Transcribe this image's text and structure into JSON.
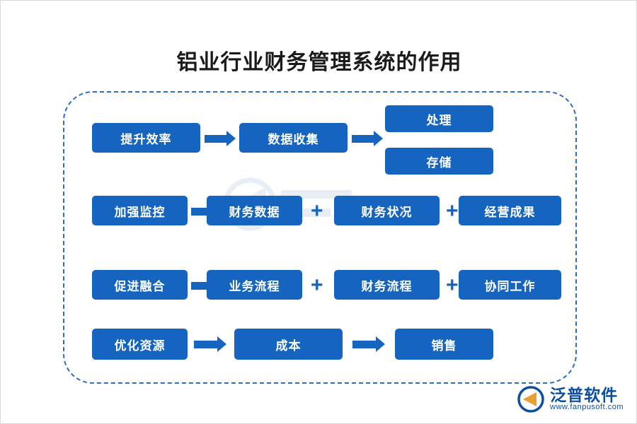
{
  "page": {
    "title": "铝业行业财务管理系统的作用"
  },
  "diagram": {
    "rows": [
      {
        "id": "row1",
        "nodes": [
          {
            "label": "提升效率"
          },
          {
            "label": "数据收集"
          },
          {
            "label": "处理"
          },
          {
            "label": "存储"
          }
        ]
      },
      {
        "id": "row2",
        "nodes": [
          {
            "label": "加强监控"
          },
          {
            "label": "财务数据"
          },
          {
            "label": "财务状况"
          },
          {
            "label": "经营成果"
          }
        ],
        "connectors": [
          "arrow",
          "plus",
          "plus"
        ]
      },
      {
        "id": "row3",
        "nodes": [
          {
            "label": "促进融合"
          },
          {
            "label": "业务流程"
          },
          {
            "label": "财务流程"
          },
          {
            "label": "协同工作"
          }
        ],
        "connectors": [
          "arrow",
          "plus",
          "plus"
        ]
      },
      {
        "id": "row4",
        "nodes": [
          {
            "label": "优化资源"
          },
          {
            "label": "成本"
          },
          {
            "label": "销售"
          }
        ],
        "connectors": [
          "arrow",
          "arrow"
        ]
      }
    ],
    "plus_symbol": "+",
    "colors": {
      "box_fill": "#1565C0",
      "box_text": "#ffffff",
      "frame_border": "#2b6fc4",
      "accent": "#0b4ea2"
    }
  },
  "branding": {
    "name_cn": "泛普软件",
    "name_en": "www.fanpusoft.com"
  }
}
